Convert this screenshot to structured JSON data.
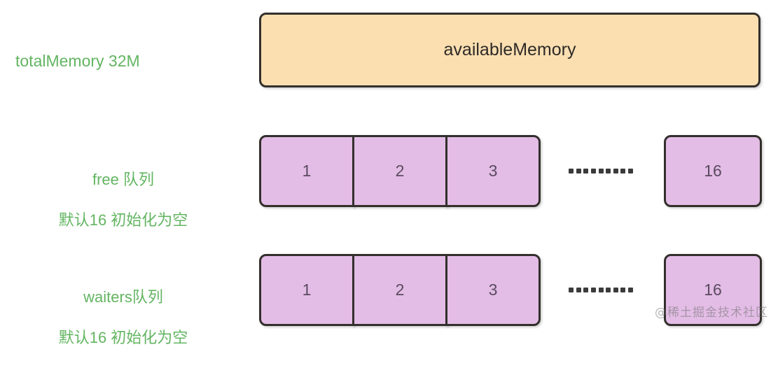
{
  "diagram": {
    "title_hidden": "",
    "colors": {
      "label_green": "#63b562",
      "memory_fill": "#fbdfb1",
      "queue_fill": "#e3bde6",
      "border": "#332f2c",
      "number_text": "#5b4b60"
    },
    "labels": {
      "total_memory": "totalMemory 32M",
      "free_queue_line1": "free 队列",
      "free_queue_line2": "默认16 初始化为空",
      "waiters_queue_line1": "waiters队列",
      "waiters_queue_line2": "默认16 初始化为空"
    },
    "memory_bar": {
      "text": "availableMemory"
    },
    "free_queue": {
      "cells": [
        "1",
        "2",
        "3"
      ],
      "ellipsis": "·········",
      "last_cell": "16"
    },
    "waiters_queue": {
      "cells": [
        "1",
        "2",
        "3"
      ],
      "ellipsis": "·········",
      "last_cell": "16"
    },
    "watermark": "@稀土掘金技术社区"
  }
}
